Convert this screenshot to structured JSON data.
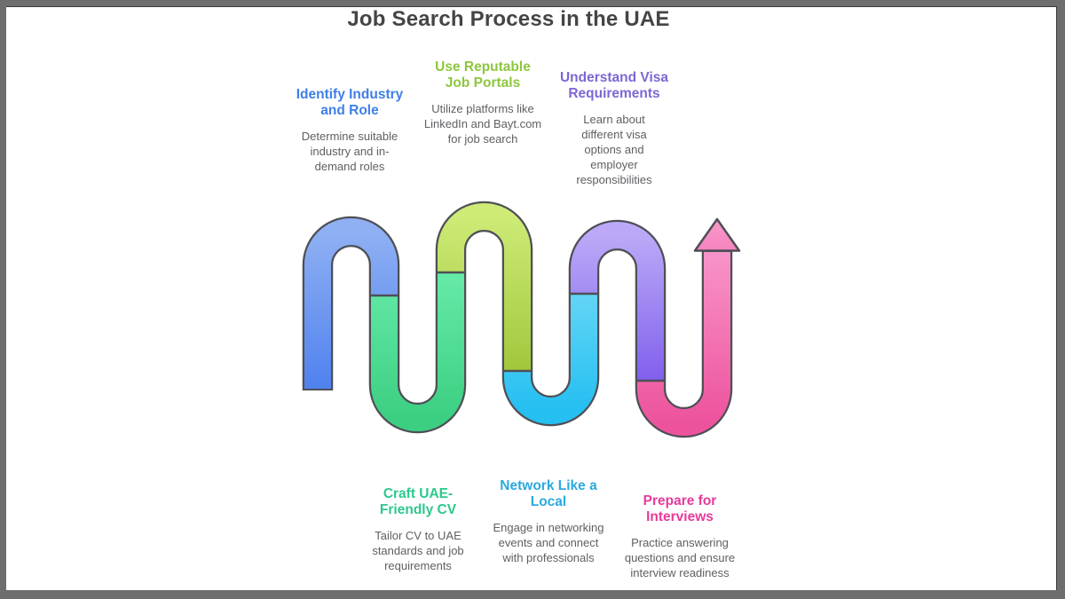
{
  "frame": {
    "border_color": "#6e6e6e",
    "canvas_color": "#ffffff"
  },
  "title": {
    "text": "Job Search Process in the UAE",
    "color": "#454545"
  },
  "description_color": "#5e6063",
  "steps": [
    {
      "title": "Identify Industry and Role",
      "description": "Determine suitable industry and in-demand roles",
      "color": "#3f7fe8"
    },
    {
      "title": "Use Reputable Job Portals",
      "description": "Utilize platforms like LinkedIn and Bayt.com for job search",
      "color": "#8dc63f"
    },
    {
      "title": "Understand Visa Requirements",
      "description": "Learn about different visa options and employer responsibilities",
      "color": "#7e66d4"
    },
    {
      "title": "Craft UAE-Friendly CV",
      "description": "Tailor CV to UAE standards and job requirements",
      "color": "#2cc98c"
    },
    {
      "title": "Network Like a Local",
      "description": "Engage in networking events and connect with professionals",
      "color": "#2ba9de"
    },
    {
      "title": "Prepare for Interviews",
      "description": "Practice answering questions and ensure interview readiness",
      "color": "#e83a9a"
    }
  ],
  "snake": {
    "outline_color": "#4e4f56",
    "segments": [
      {
        "name": "blue",
        "top": "#8fb0f3",
        "bottom": "#4f81ee"
      },
      {
        "name": "green",
        "top": "#66eaa8",
        "bottom": "#3ccf82"
      },
      {
        "name": "lime",
        "top": "#cdeb76",
        "bottom": "#a1c73c"
      },
      {
        "name": "cyan",
        "top": "#63d5f6",
        "bottom": "#25bff1"
      },
      {
        "name": "purple",
        "top": "#bba9f7",
        "bottom": "#8160ed"
      },
      {
        "name": "pink",
        "top": "#f894c8",
        "bottom": "#ed539d"
      }
    ],
    "arrow_head": {
      "top": "#f99bca",
      "bottom": "#f583bd"
    }
  }
}
